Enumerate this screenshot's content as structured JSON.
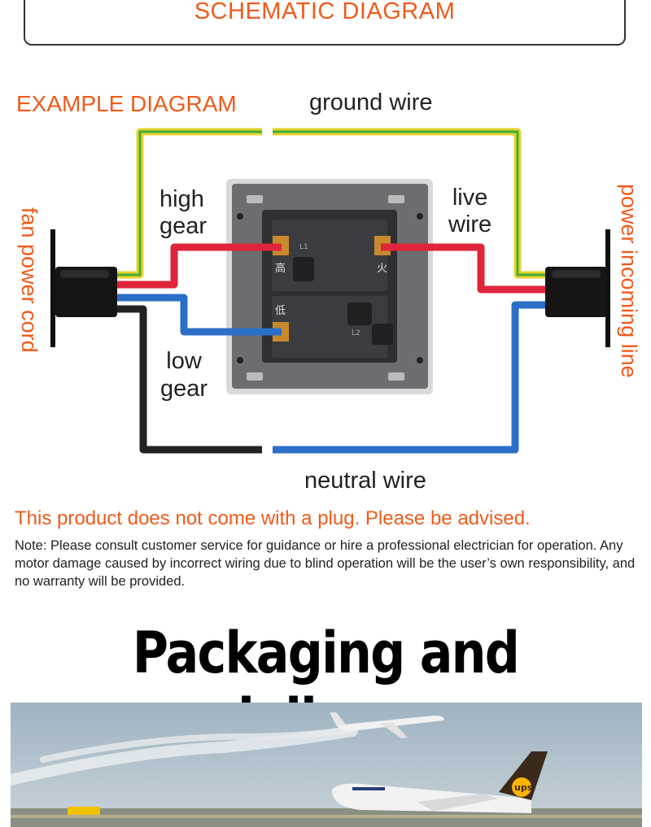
{
  "header": {
    "title": "SCHEMATIC DIAGRAM"
  },
  "diagram": {
    "example_label": "EXAMPLE DIAGRAM",
    "ground_wire": "ground wire",
    "high_gear": [
      "high",
      "gear"
    ],
    "live_wire": [
      "live",
      "wire"
    ],
    "low_gear": [
      "low",
      "gear"
    ],
    "neutral_wire": "neutral wire",
    "fan_power_cord": "fan power cord",
    "power_incoming_line": "power incoming line",
    "switch_markings": {
      "top_left": "高",
      "top_right": "火",
      "bottom_left": "低",
      "terminal_l1": "L1",
      "terminal_l2": "L2"
    },
    "colors": {
      "ground_yellow": "#e8d22a",
      "ground_green": "#3fae3a",
      "live_red": "#e0243a",
      "low_blue": "#2c6fc8",
      "neutral_black": "#222222",
      "accent_orange": "#f05a1a"
    }
  },
  "notice": "This product does not come with a plug. Please be advised.",
  "note": "Note: Please consult customer service for guidance or hire a professional electrician for operation. Any motor damage caused by incorrect wiring due to blind operation will be the user’s own responsibility, and no warranty will be provided.",
  "packaging": {
    "title": "Packaging and delivery",
    "tail_logo": "ups"
  }
}
